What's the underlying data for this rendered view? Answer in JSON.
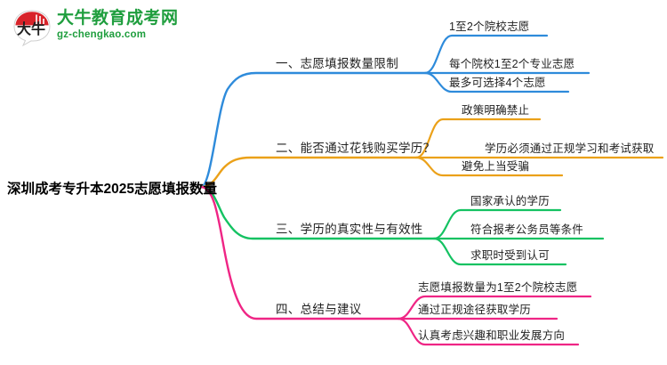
{
  "logo": {
    "mark_text": "大牛",
    "title": "大牛教育成考网",
    "url": "gz-chengkao.com",
    "brand_green": "#1f9e3e",
    "brand_red": "#d8232a"
  },
  "mindmap": {
    "root": {
      "label": "深圳成考专升本2025志愿填报数量"
    },
    "branches": [
      {
        "index": "1",
        "label": "一、志愿填报数量限制",
        "color": "#2e8bdb",
        "children": [
          {
            "label": "1至2个院校志愿"
          },
          {
            "label": "每个院校1至2个专业志愿"
          },
          {
            "label": "最多可选择4个志愿"
          }
        ]
      },
      {
        "index": "2",
        "label": "二、能否通过花钱购买学历？",
        "color": "#eba119",
        "children": [
          {
            "label": "政策明确禁止"
          },
          {
            "label": "学历必须通过正规学习和考试获取"
          },
          {
            "label": "避免上当受骗"
          }
        ]
      },
      {
        "index": "3",
        "label": "三、学历的真实性与有效性",
        "color": "#14c262",
        "children": [
          {
            "label": "国家承认的学历"
          },
          {
            "label": "符合报考公务员等条件"
          },
          {
            "label": "求职时受到认可"
          }
        ]
      },
      {
        "index": "4",
        "label": "四、总结与建议",
        "color": "#ef2585",
        "children": [
          {
            "label": "志愿填报数量为1至2个院校志愿"
          },
          {
            "label": "通过正规途径获取学历"
          },
          {
            "label": "认真考虑兴趣和职业发展方向"
          }
        ]
      }
    ]
  }
}
